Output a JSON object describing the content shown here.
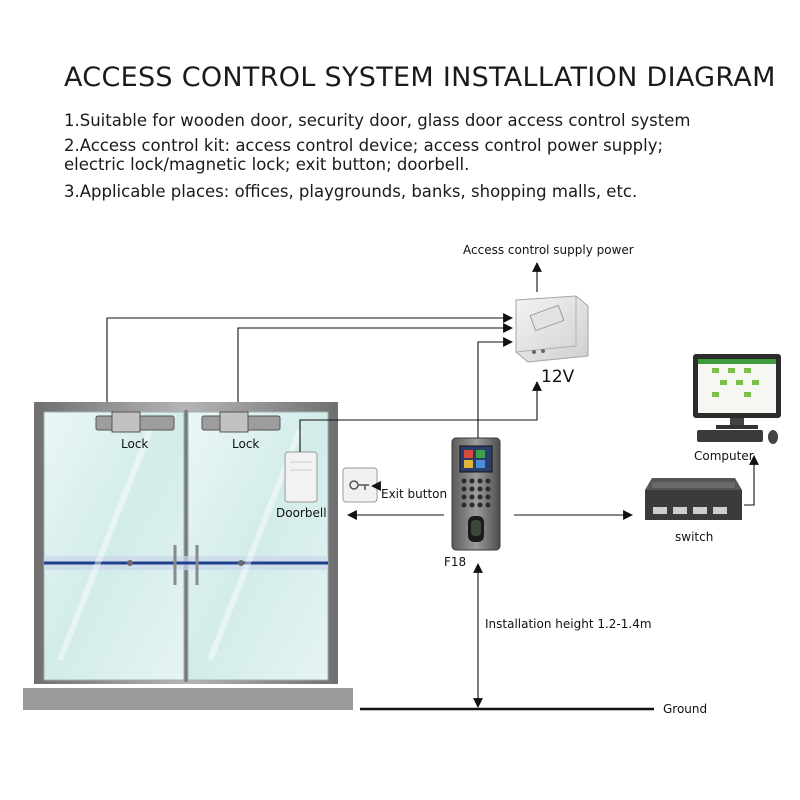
{
  "title": "ACCESS CONTROL SYSTEM INSTALLATION DIAGRAM",
  "points": [
    "1.Suitable for wooden door, security door, glass door access control system",
    "2.Access control kit: access control device; access control power supply;",
    "electric lock/magnetic lock; exit button; doorbell.",
    "3.Applicable places: offices, playgrounds, banks, shopping malls, etc."
  ],
  "labels": {
    "supply_power": "Access control supply power",
    "voltage": "12V",
    "lock_left": "Lock",
    "lock_right": "Lock",
    "doorbell": "Doorbell",
    "exit_button": "Exit button",
    "device": "F18",
    "computer": "Computer",
    "switch": "switch",
    "install_height": "Installation height 1.2-1.4m",
    "ground": "Ground"
  },
  "colors": {
    "line": "#111111",
    "door_frame": "#8a8a8a",
    "glass": "#dcefee",
    "handle_bar": "#1f3f8f",
    "floor": "#9a9a9a"
  }
}
